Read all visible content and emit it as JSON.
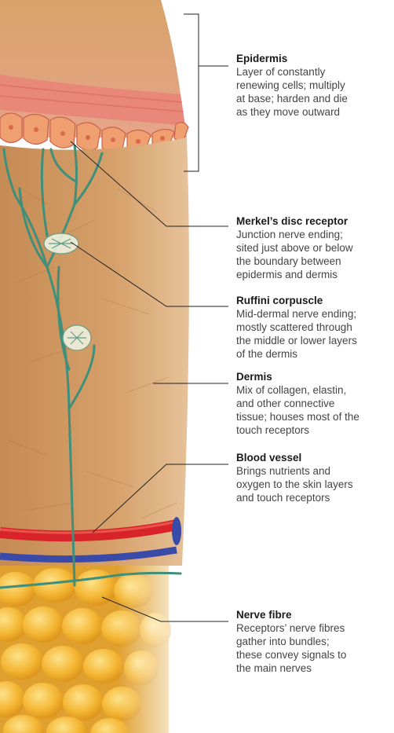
{
  "labels": [
    {
      "title": "Epidermis",
      "desc": [
        "Layer of constantly",
        "renewing cells; multiply",
        "at base; harden and die",
        "as they move outward"
      ]
    },
    {
      "title": "Merkel’s disc receptor",
      "desc": [
        "Junction nerve ending;",
        "sited just above or below",
        "the boundary between",
        "epidermis and dermis"
      ]
    },
    {
      "title": "Ruffini corpuscle",
      "desc": [
        "Mid-dermal nerve ending;",
        "mostly scattered through",
        "the middle or lower layers",
        "of the dermis"
      ]
    },
    {
      "title": "Dermis",
      "desc": [
        "Mix of collagen, elastin,",
        "and other connective",
        "tissue; houses most of the",
        "touch receptors"
      ]
    },
    {
      "title": "Blood vessel",
      "desc": [
        "Brings nutrients and",
        "oxygen to the skin layers",
        "and touch receptors"
      ]
    },
    {
      "title": "Nerve fibre",
      "desc": [
        "Receptors’ nerve fibres",
        "gather into bundles;",
        "these convey signals to",
        "the main nerves"
      ]
    }
  ],
  "colors": {
    "skin": "#d9a066",
    "epidermis": "#e88a7e",
    "dermis": "#c98e58",
    "fat": "#f2b431",
    "artery": "#d8232a",
    "vein": "#3a4aa8",
    "nerve": "#3f8f7a",
    "leader": "#222222"
  }
}
